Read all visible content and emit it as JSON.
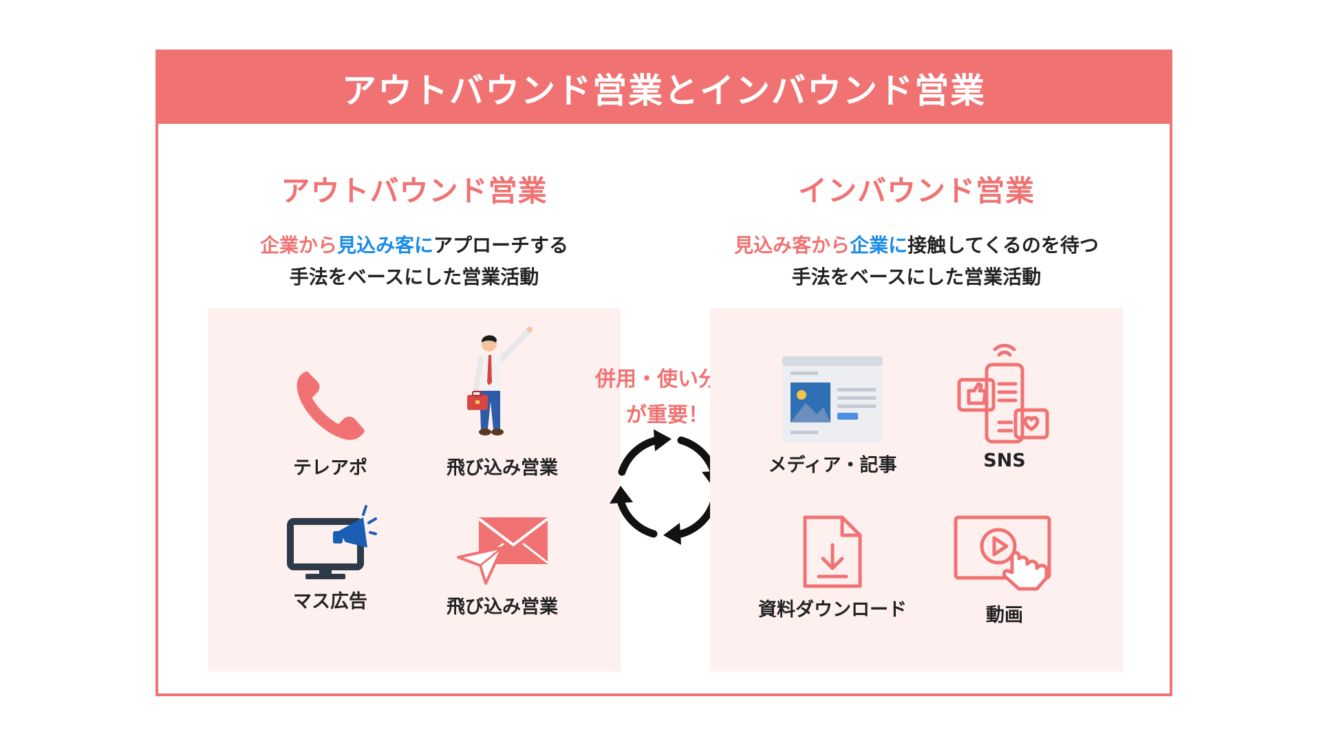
{
  "title": "アウトバウンド営業とインバウンド営業",
  "outbound": {
    "title": "アウトバウンド営業",
    "desc_line1": {
      "part1": "企業から",
      "part2": "見込み客に",
      "part3": "アプローチする"
    },
    "desc_line2": "手法をベースにした営業活動",
    "items": [
      {
        "label": "テレアポ",
        "icon": "phone-icon"
      },
      {
        "label": "飛び込み営業",
        "icon": "businessman-icon"
      },
      {
        "label": "マス広告",
        "icon": "monitor-megaphone-icon"
      },
      {
        "label": "飛び込み営業",
        "icon": "mail-send-icon"
      }
    ]
  },
  "inbound": {
    "title": "インバウンド営業",
    "desc_line1": {
      "part1": "見込み客から",
      "part2": "企業に",
      "part3": "接触してくるのを待つ"
    },
    "desc_line2": "手法をベースにした営業活動",
    "items": [
      {
        "label": "メディア・記事",
        "icon": "web-article-icon"
      },
      {
        "label": "SNS",
        "icon": "sns-icon"
      },
      {
        "label": "資料ダウンロード",
        "icon": "document-download-icon"
      },
      {
        "label": "動画",
        "icon": "video-play-icon"
      }
    ]
  },
  "center": {
    "line1": "併用・使い分け",
    "line2": "が重要！",
    "icon": "cycle-arrows-icon"
  },
  "colors": {
    "accent": "#f07272",
    "blue": "#1a8be6",
    "panel": "#fff0f0",
    "dark": "#2e3a4a"
  }
}
